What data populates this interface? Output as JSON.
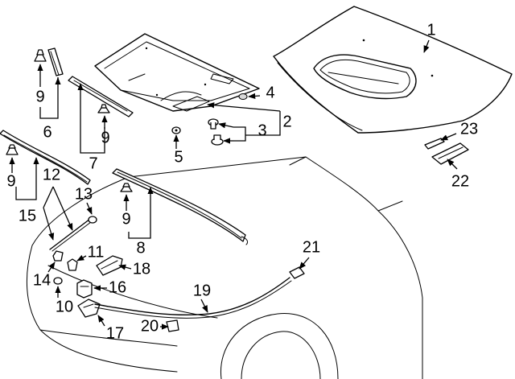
{
  "callouts": {
    "c1": "1",
    "c2": "2",
    "c3": "3",
    "c4": "4",
    "c5": "5",
    "c6": "6",
    "c7": "7",
    "c8": "8",
    "c9a": "9",
    "c9b": "9",
    "c9c": "9",
    "c9d": "9",
    "c10": "10",
    "c11": "11",
    "c12": "12",
    "c13": "13",
    "c14": "14",
    "c15": "15",
    "c16": "16",
    "c17": "17",
    "c18": "18",
    "c19": "19",
    "c20": "20",
    "c21": "21",
    "c22": "22",
    "c23": "23"
  }
}
